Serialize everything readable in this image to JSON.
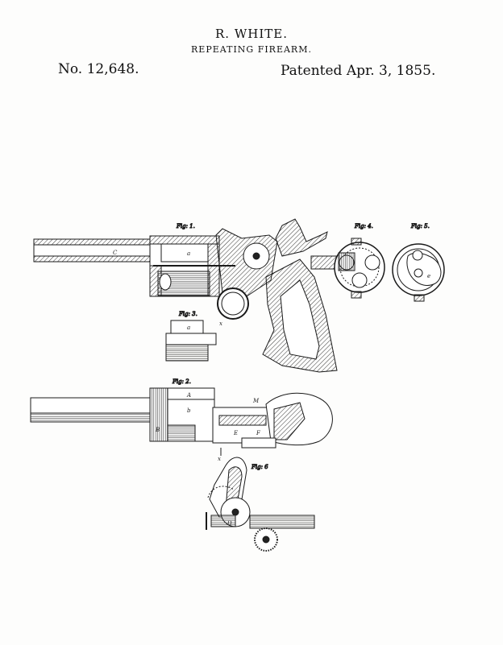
{
  "header": {
    "inventor": "R. WHITE.",
    "invention": "REPEATING FIREARM.",
    "patent_number": "No. 12,648.",
    "patent_date": "Patented Apr. 3, 1855."
  },
  "figures": {
    "fig1": "Fig: 1.",
    "fig2": "Fig: 2.",
    "fig3": "Fig: 3.",
    "fig4": "Fig: 4.",
    "fig5": "Fig: 5.",
    "fig6": "Fig: 6"
  },
  "part_labels": {
    "c": "C",
    "a": "a",
    "b_upper": "b",
    "x": "x",
    "a_fig3": "a",
    "b_fig2": "b",
    "B": "B",
    "D": "D",
    "e": "e",
    "E": "E",
    "F": "F",
    "M": "M",
    "A": "A"
  }
}
